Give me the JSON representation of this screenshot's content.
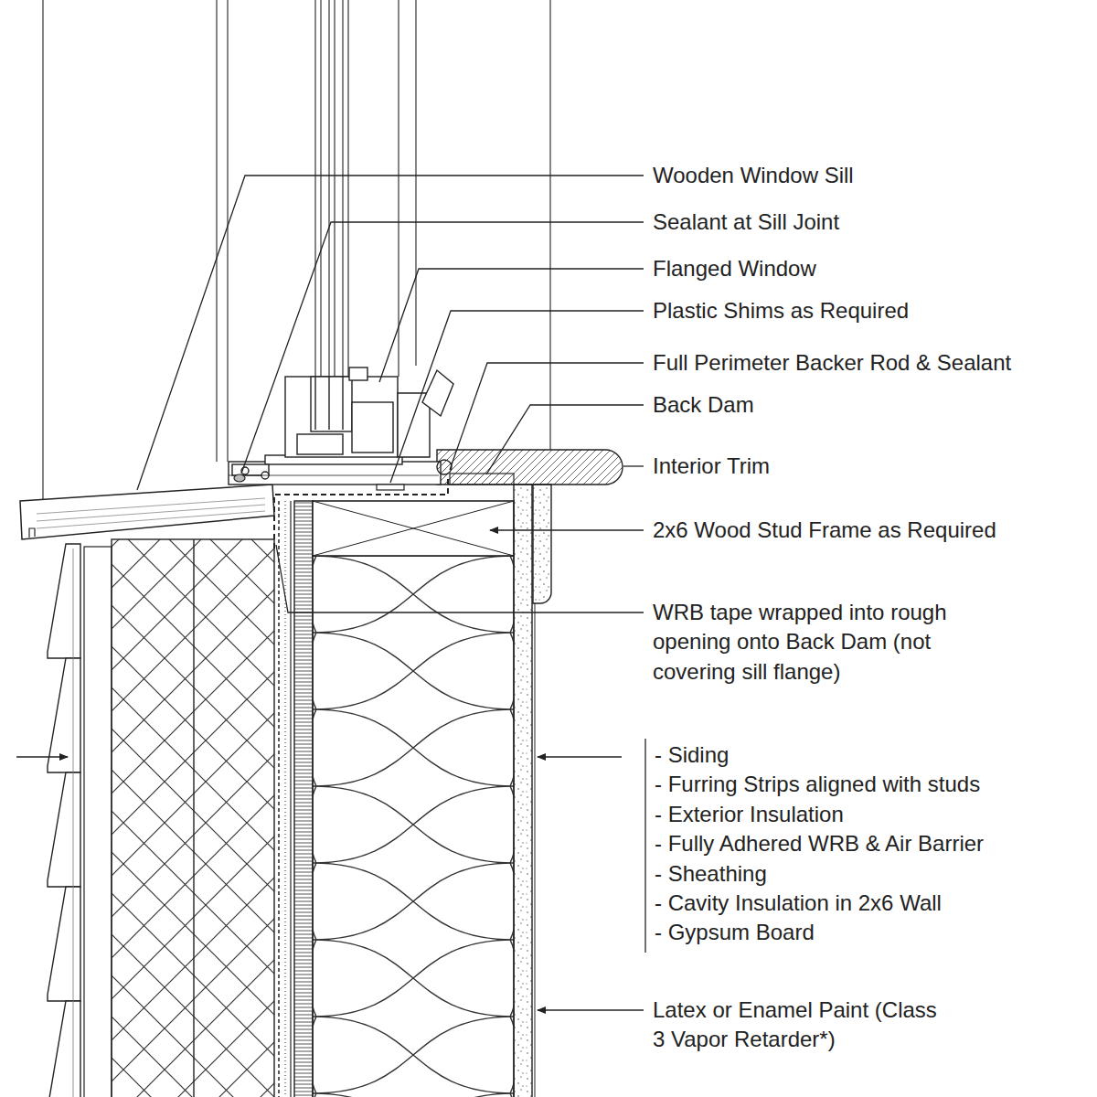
{
  "diagram": {
    "labels": [
      "Wooden Window Sill",
      "Sealant at Sill Joint",
      "Flanged Window",
      "Plastic Shims as Required",
      "Full Perimeter Backer Rod & Sealant",
      "Back Dam",
      "Interior Trim",
      "2x6 Wood Stud Frame as Required",
      "WRB tape wrapped into rough opening onto Back Dam (not covering sill flange)",
      "- Siding",
      "- Furring Strips aligned with studs",
      "- Exterior Insulation",
      "- Fully Adhered WRB & Air Barrier",
      "- Sheathing",
      "- Cavity Insulation in 2x6 Wall",
      "- Gypsum Board",
      "Latex or Enamel Paint (Class 3 Vapor Retarder*)"
    ]
  }
}
